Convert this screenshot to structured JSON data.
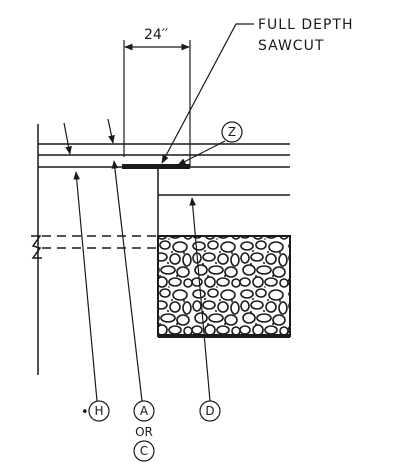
{
  "dimension": {
    "text": "24′′"
  },
  "note": {
    "line1": "FULL DEPTH",
    "line2": "SAWCUT"
  },
  "bubbles": {
    "z": "Z",
    "h": "H",
    "a": "A",
    "c": "C",
    "d": "D"
  },
  "or_text": "OR",
  "bullet": "•"
}
